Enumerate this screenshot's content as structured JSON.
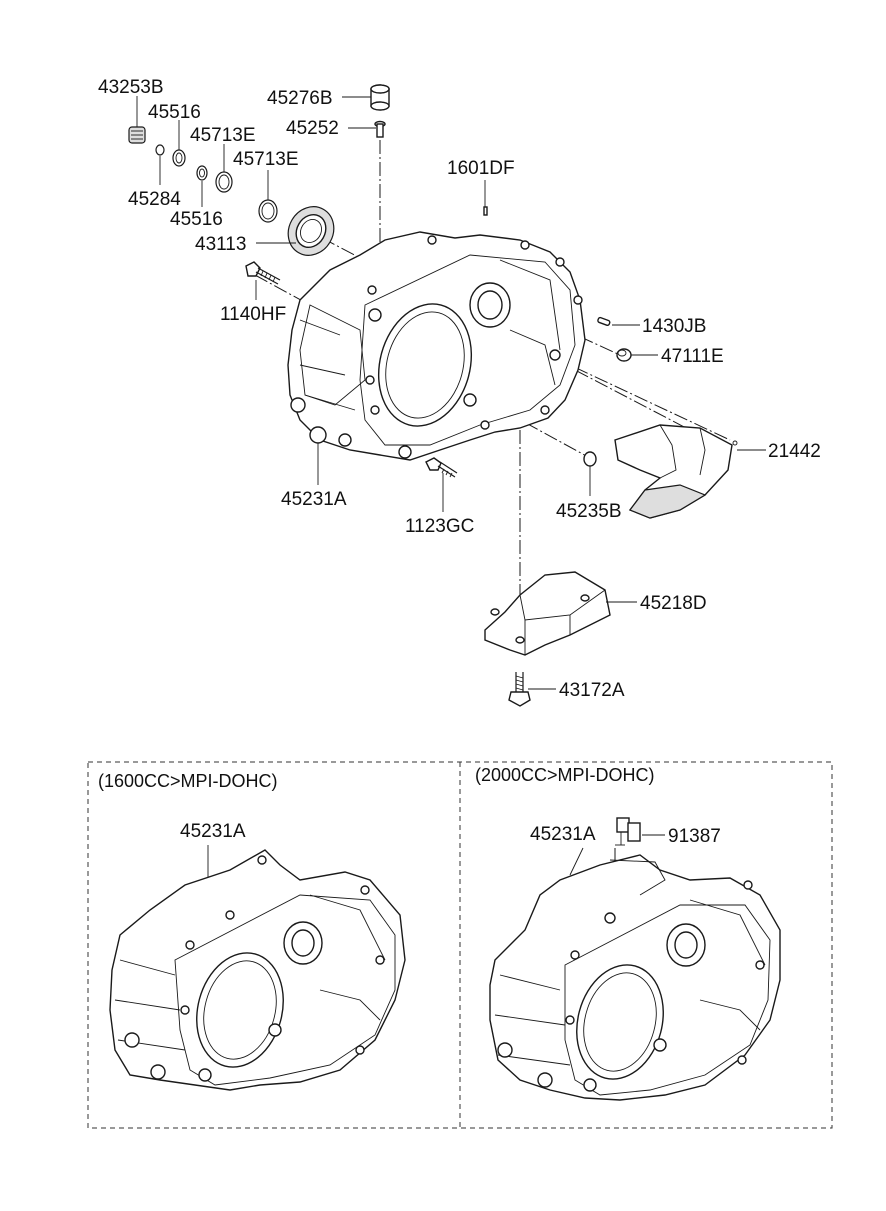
{
  "parts": [
    {
      "id": "p1",
      "number": "43253B"
    },
    {
      "id": "p2",
      "number": "45516"
    },
    {
      "id": "p3",
      "number": "45713E"
    },
    {
      "id": "p4",
      "number": "45713E"
    },
    {
      "id": "p5",
      "number": "45284"
    },
    {
      "id": "p6",
      "number": "45516"
    },
    {
      "id": "p7",
      "number": "43113"
    },
    {
      "id": "p8",
      "number": "45276B"
    },
    {
      "id": "p9",
      "number": "45252"
    },
    {
      "id": "p10",
      "number": "1601DF"
    },
    {
      "id": "p11",
      "number": "1140HF"
    },
    {
      "id": "p12",
      "number": "1430JB"
    },
    {
      "id": "p13",
      "number": "47111E"
    },
    {
      "id": "p14",
      "number": "21442"
    },
    {
      "id": "p15",
      "number": "45231A"
    },
    {
      "id": "p16",
      "number": "1123GC"
    },
    {
      "id": "p17",
      "number": "45235B"
    },
    {
      "id": "p18",
      "number": "45218D"
    },
    {
      "id": "p19",
      "number": "43172A"
    }
  ],
  "variants": [
    {
      "title": "(1600CC>MPI-DOHC)",
      "parts": [
        "45231A"
      ]
    },
    {
      "title": "(2000CC>MPI-DOHC)",
      "parts": [
        "45231A",
        "91387"
      ]
    }
  ]
}
